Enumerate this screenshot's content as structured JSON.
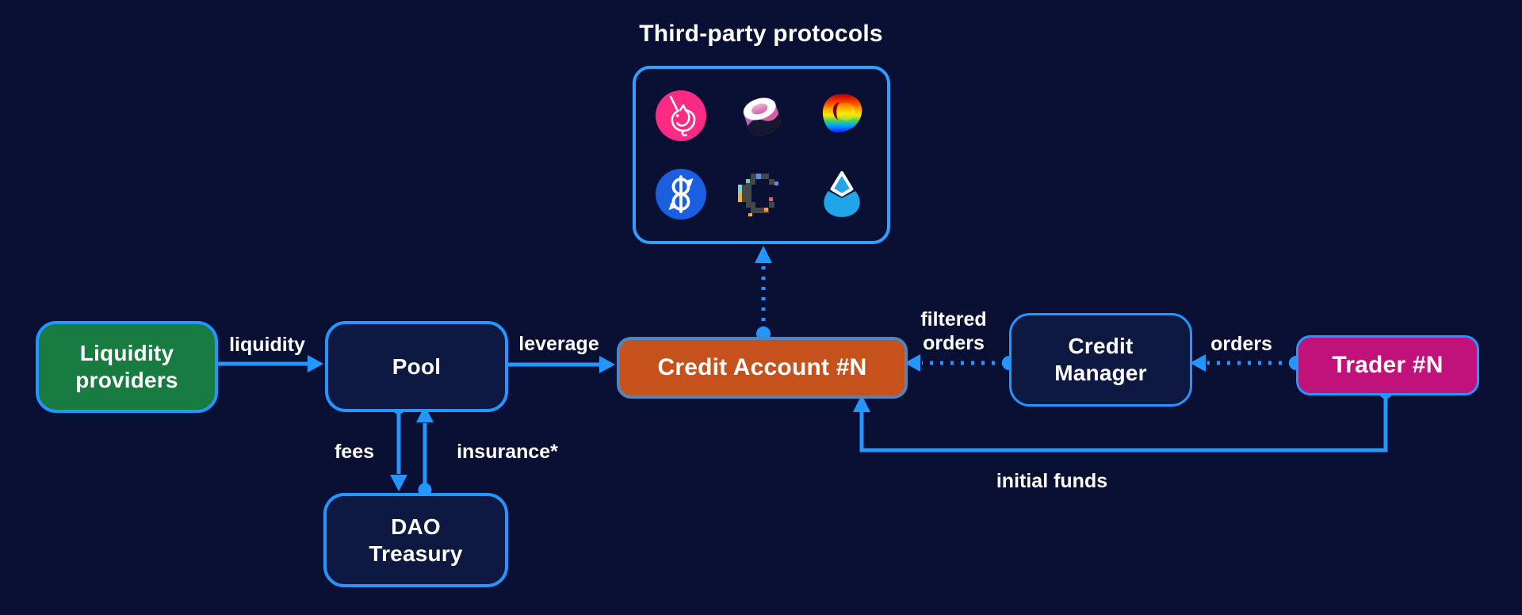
{
  "protocols": {
    "title": "Third-party protocols",
    "icons": [
      "Uniswap",
      "SushiSwap",
      "Curve",
      "Yearn",
      "Convex",
      "Lido"
    ]
  },
  "nodes": {
    "liquidity_providers": {
      "label": "Liquidity\nproviders",
      "color": "#187b40"
    },
    "pool": {
      "label": "Pool",
      "color": "#0d1940"
    },
    "credit_account": {
      "label": "Credit Account #N",
      "color": "#c5511d"
    },
    "credit_manager": {
      "label": "Credit\nManager",
      "color": "#0d1940"
    },
    "trader": {
      "label": "Trader #N",
      "color": "#c01278"
    },
    "dao_treasury": {
      "label": "DAO\nTreasury",
      "color": "#0d1940"
    }
  },
  "edges": {
    "liquidity": "liquidity",
    "leverage": "leverage",
    "fees": "fees",
    "insurance": "insurance*",
    "filtered_orders": "filtered\norders",
    "orders": "orders",
    "initial_funds": "initial funds"
  },
  "colors": {
    "background": "#0a1033",
    "accent_blue": "#2496ff",
    "green": "#187b40",
    "orange": "#c5511d",
    "magenta": "#c01278",
    "navy_fill": "#0d1940",
    "text": "#ffffff"
  }
}
